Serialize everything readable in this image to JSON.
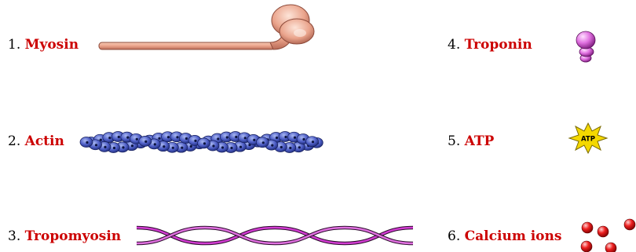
{
  "accent_color": "#cc0000",
  "legend": [
    {
      "number": "1.",
      "name": "Myosin",
      "icon": "myosin-icon"
    },
    {
      "number": "2.",
      "name": "Actin",
      "icon": "actin-filament-icon"
    },
    {
      "number": "3.",
      "name": "Tropomyosin",
      "icon": "tropomyosin-strand-icon"
    },
    {
      "number": "4.",
      "name": "Troponin",
      "icon": "troponin-icon"
    },
    {
      "number": "5.",
      "name": "ATP",
      "icon": "atp-star-icon",
      "icon_text": "ATP"
    },
    {
      "number": "6.",
      "name": "Calcium ions",
      "icon": "calcium-ions-icon"
    }
  ]
}
